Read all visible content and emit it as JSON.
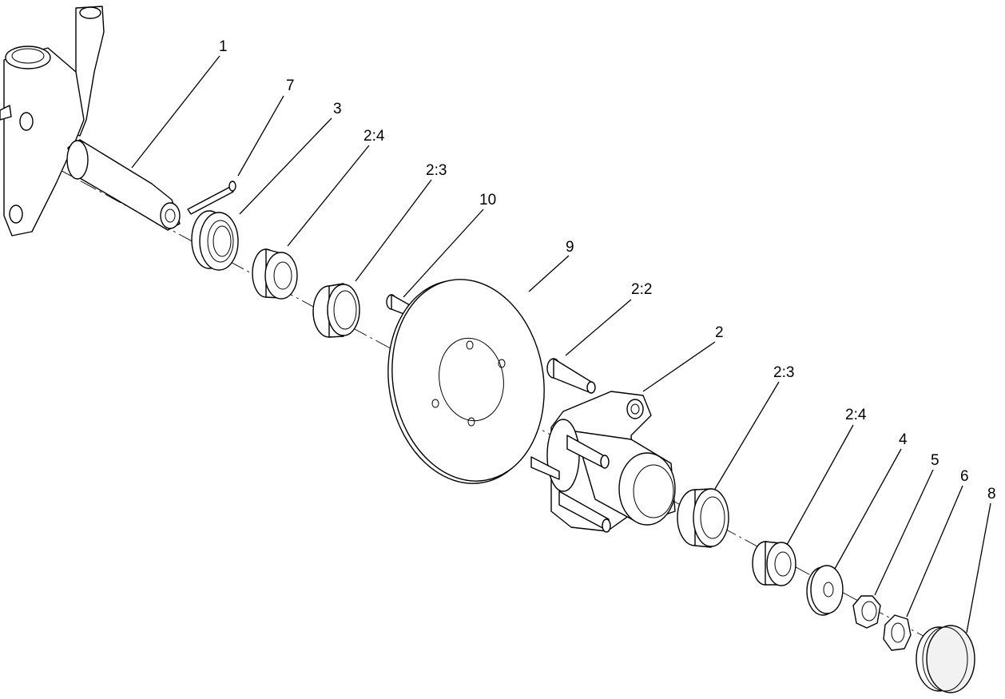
{
  "diagram": {
    "callouts": [
      {
        "id": "c1",
        "label": "1"
      },
      {
        "id": "c7",
        "label": "7"
      },
      {
        "id": "c3",
        "label": "3"
      },
      {
        "id": "c24a",
        "label": "2:4"
      },
      {
        "id": "c23a",
        "label": "2:3"
      },
      {
        "id": "c10",
        "label": "10"
      },
      {
        "id": "c9",
        "label": "9"
      },
      {
        "id": "c22",
        "label": "2:2"
      },
      {
        "id": "c2",
        "label": "2"
      },
      {
        "id": "c23b",
        "label": "2:3"
      },
      {
        "id": "c24b",
        "label": "2:4"
      },
      {
        "id": "c4",
        "label": "4"
      },
      {
        "id": "c5",
        "label": "5"
      },
      {
        "id": "c6",
        "label": "6"
      },
      {
        "id": "c8",
        "label": "8"
      }
    ]
  }
}
